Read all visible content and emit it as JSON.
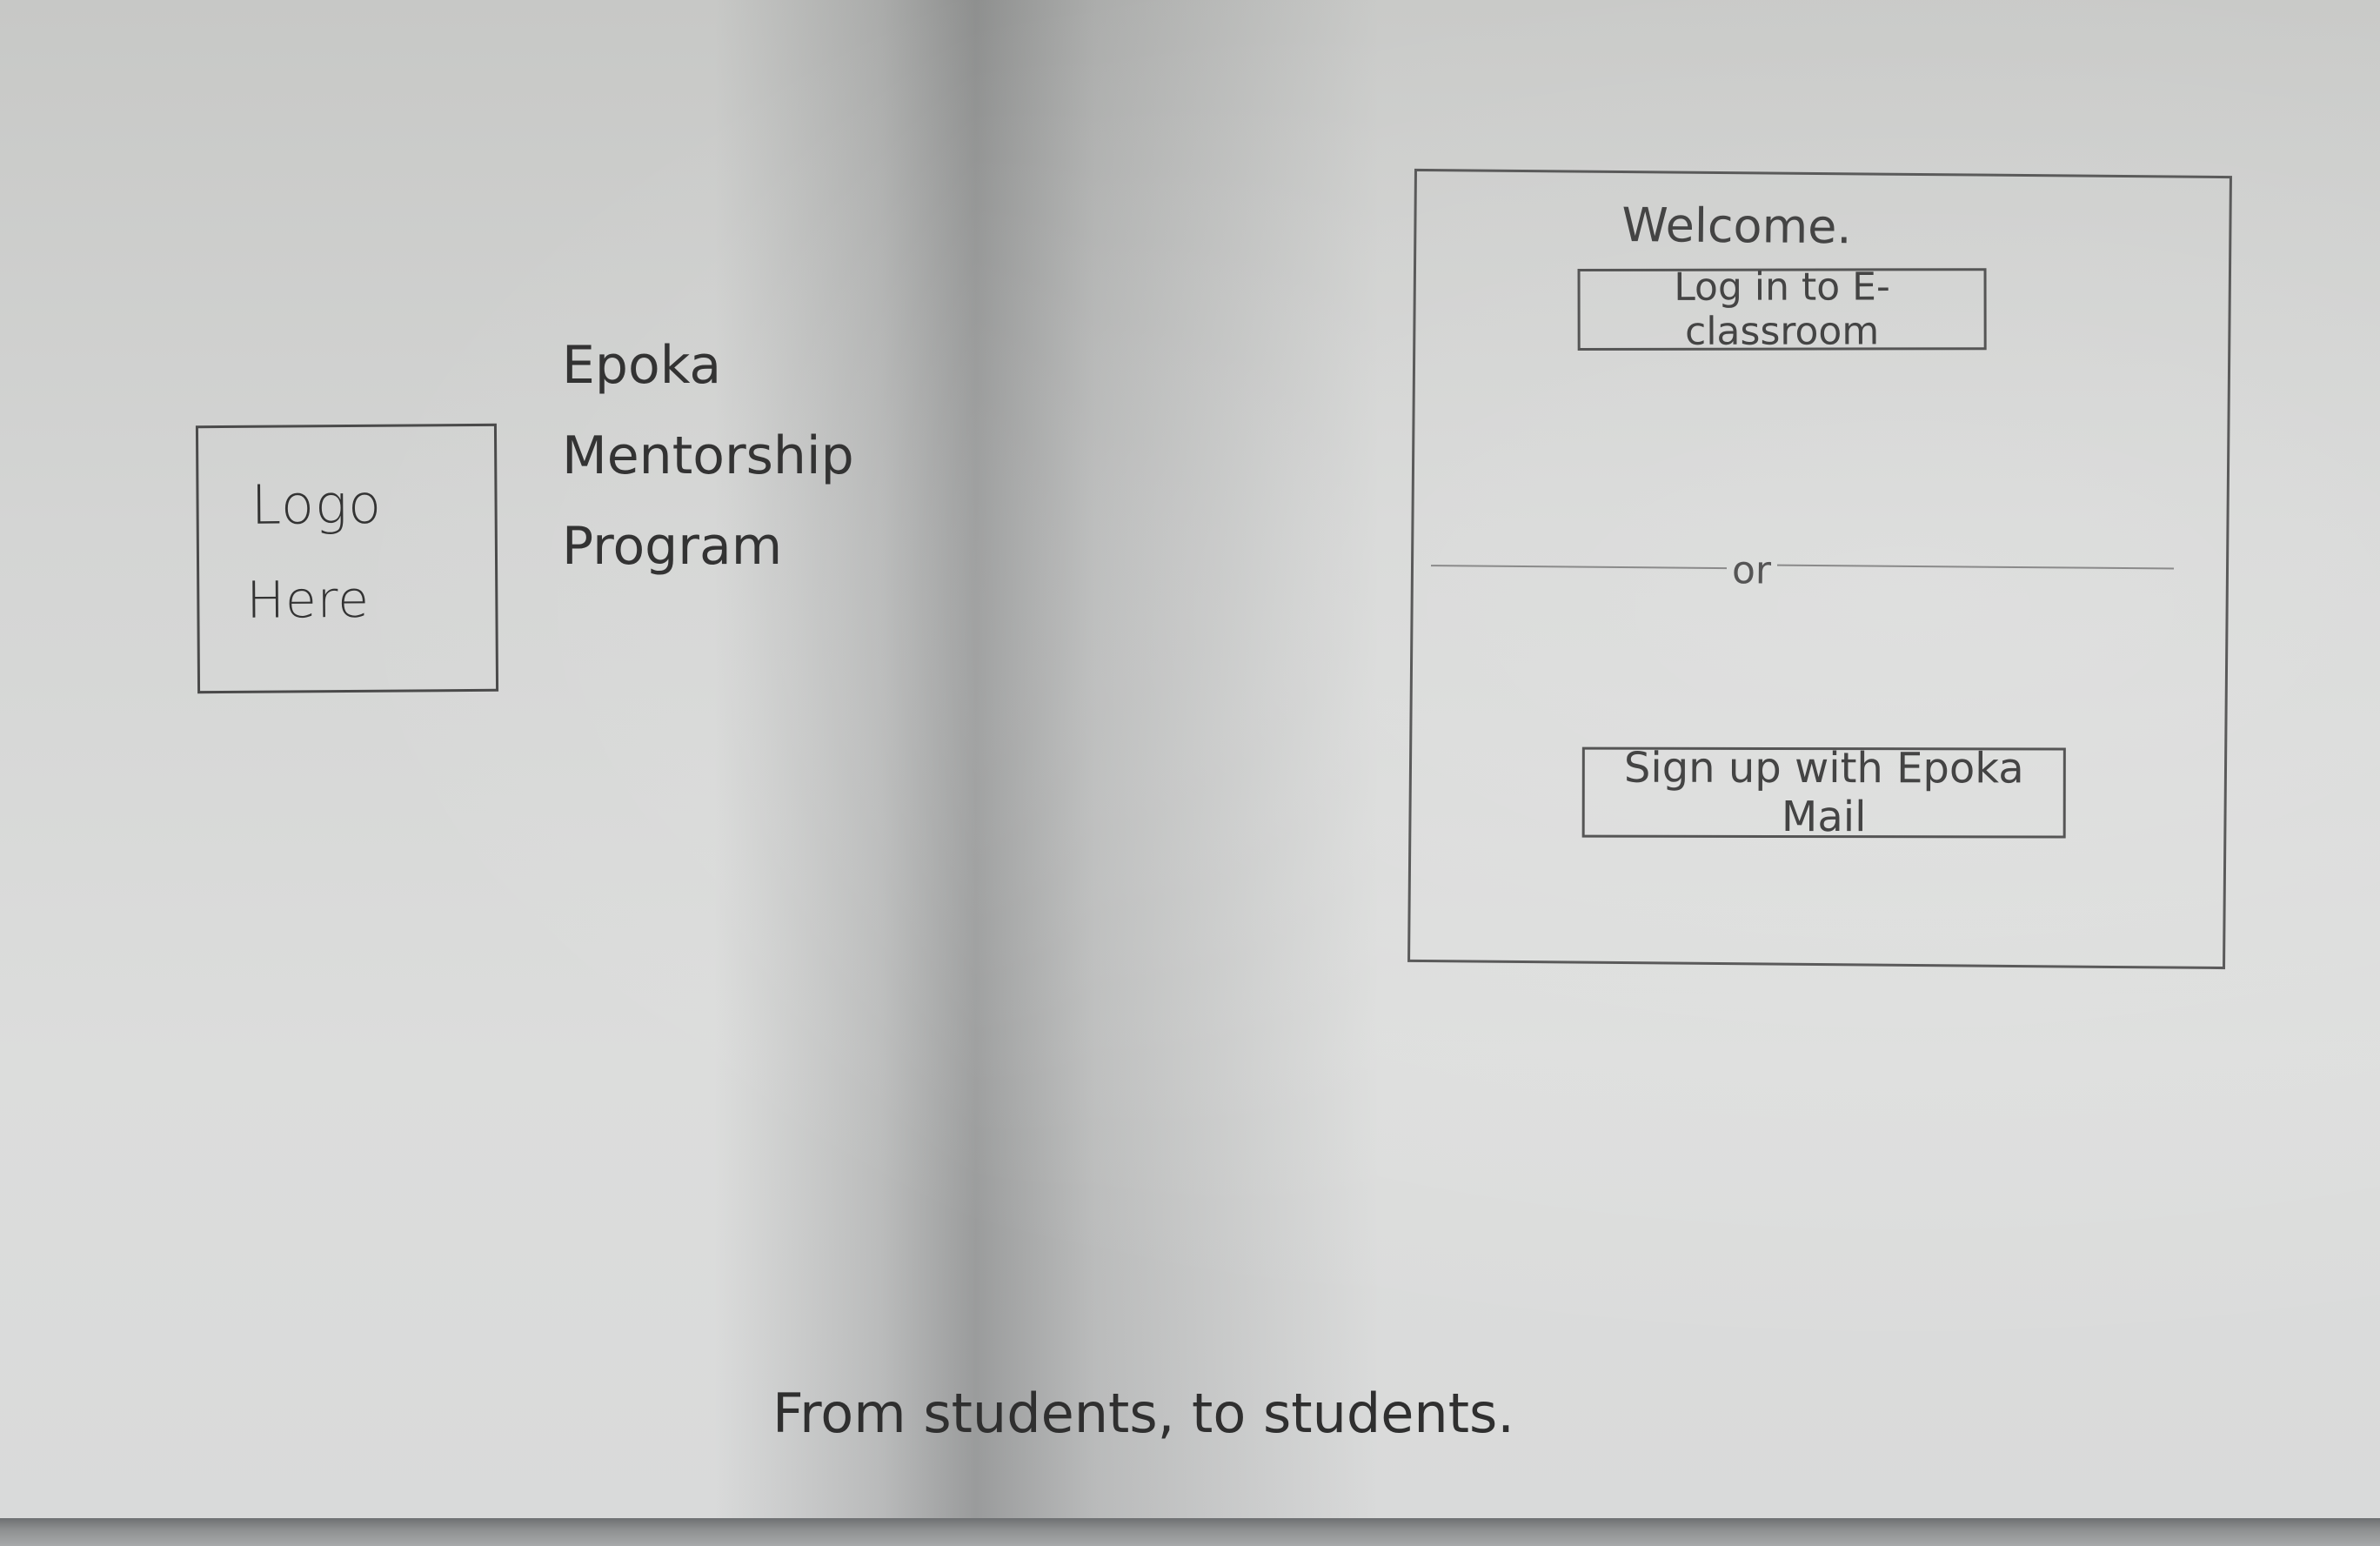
{
  "logo": {
    "line1": "Logo",
    "line2": "Here"
  },
  "program": {
    "title_lines": [
      "Epoka",
      "Mentorship",
      "Program"
    ]
  },
  "auth_panel": {
    "welcome": "Welcome.",
    "login_label": "Log in to E-classroom",
    "divider_text": "or",
    "signup_label": "Sign up with Epoka Mail"
  },
  "footer": {
    "tagline": "From students, to students."
  }
}
